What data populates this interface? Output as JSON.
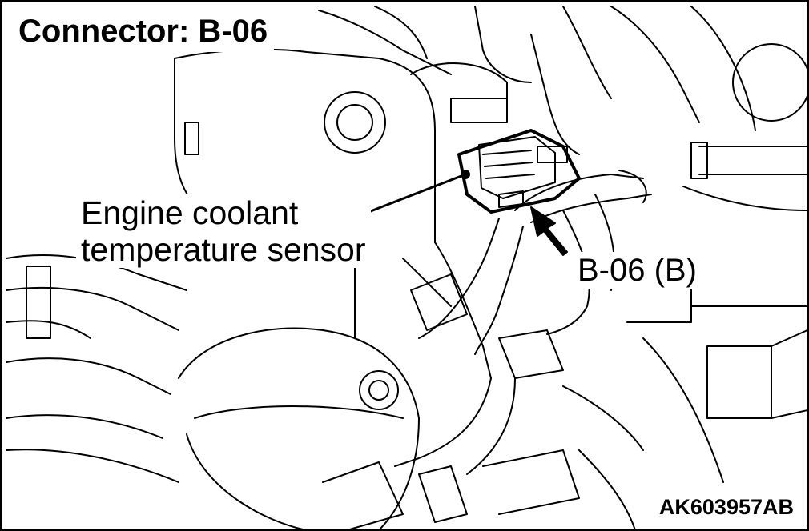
{
  "title": "Connector: B-06",
  "callouts": {
    "sensor_line1": "Engine coolant",
    "sensor_line2": "temperature sensor",
    "connector": "B-06 (B)"
  },
  "figure_code": "AK603957AB",
  "colors": {
    "line": "#000000",
    "background": "#ffffff"
  }
}
